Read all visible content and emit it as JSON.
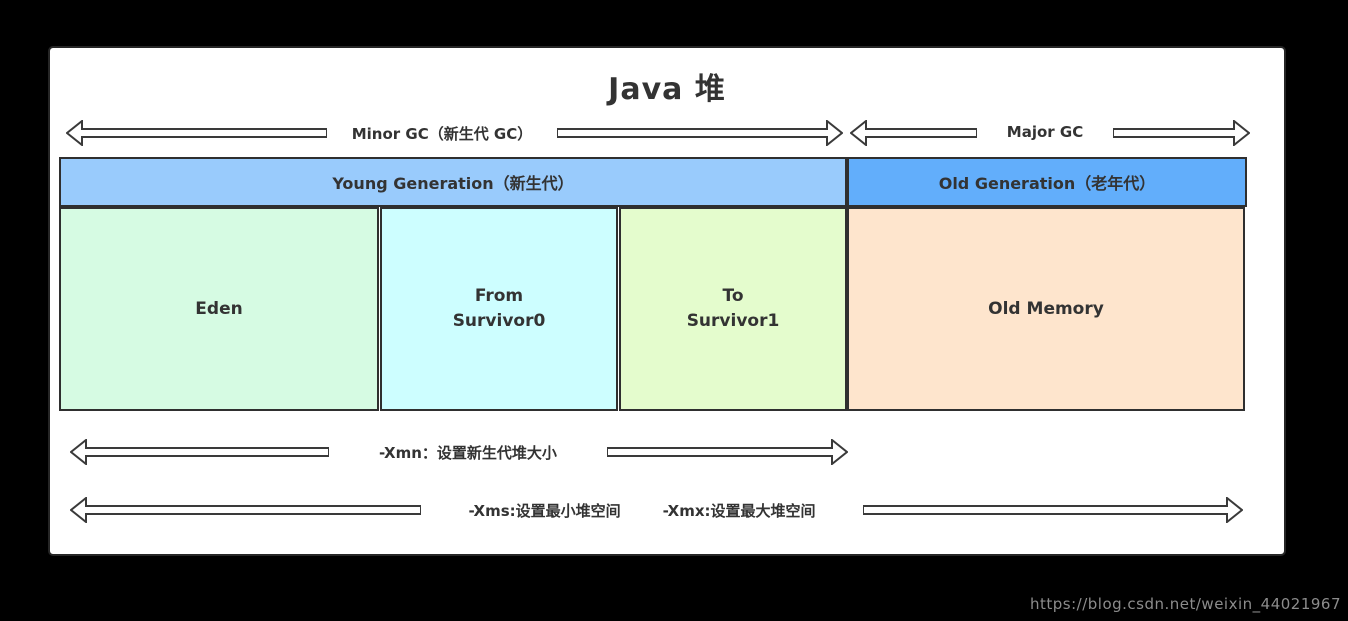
{
  "watermark": "https://blog.csdn.net/weixin_44021967",
  "diagram": {
    "title": "Java 堆",
    "minor_gc_label": "Minor GC（新生代 GC）",
    "major_gc_label": "Major GC",
    "young_generation": {
      "label": "Young Generation（新生代）",
      "color": "#99cbfc"
    },
    "old_generation": {
      "label": "Old Generation（老年代）",
      "color": "#62aefb"
    },
    "regions": {
      "eden": {
        "label": "Eden",
        "color": "#d6fbe3"
      },
      "from_survivor": {
        "line1": "From",
        "line2": "Survivor0",
        "color": "#cdfeff"
      },
      "to_survivor": {
        "line1": "To",
        "line2": "Survivor1",
        "color": "#e4fccd"
      },
      "old_memory": {
        "label": "Old Memory",
        "color": "#fee5cd"
      }
    },
    "flags": {
      "xmn": "-Xmn：设置新生代堆大小",
      "xms": "-Xms:设置最小堆空间",
      "xmx": "-Xmx:设置最大堆空间"
    }
  }
}
